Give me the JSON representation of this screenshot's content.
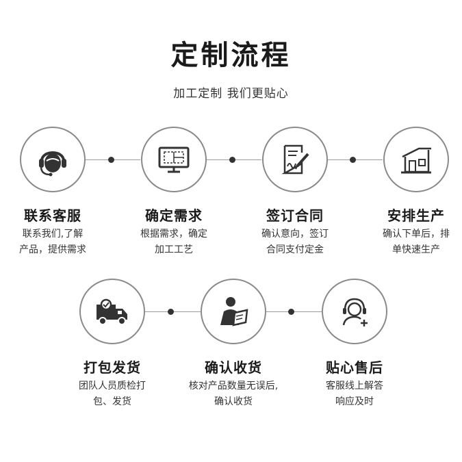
{
  "header": {
    "title": "定制流程",
    "subtitle": "加工定制 我们更贴心"
  },
  "row1": [
    {
      "title": "联系客服",
      "desc_line1": "联系我们,了解",
      "desc_line2": "产品，提供需求",
      "icon": "headset-icon"
    },
    {
      "title": "确定需求",
      "desc_line1": "根据需求，确定",
      "desc_line2": "加工工艺",
      "icon": "monitor-icon"
    },
    {
      "title": "签订合同",
      "desc_line1": "确认意向，签订",
      "desc_line2": "合同支付定金",
      "icon": "contract-sign-icon"
    },
    {
      "title": "安排生产",
      "desc_line1": "确认下单后，排",
      "desc_line2": "单快速生产",
      "icon": "factory-icon"
    }
  ],
  "row2": [
    {
      "title": "打包发货",
      "desc_line1": "团队人员质检打",
      "desc_line2": "包、发货",
      "icon": "delivery-truck-icon"
    },
    {
      "title": "确认收货",
      "desc_line1": "核对产品数量无误后,",
      "desc_line2": "确认收货",
      "icon": "person-reading-icon"
    },
    {
      "title": "贴心售后",
      "desc_line1": "客服线上解答",
      "desc_line2": "响应及时",
      "icon": "support-agent-icon"
    }
  ],
  "colors": {
    "icon": "#333333",
    "circle_border": "#8a8a8a",
    "line": "#9a9a9a"
  }
}
